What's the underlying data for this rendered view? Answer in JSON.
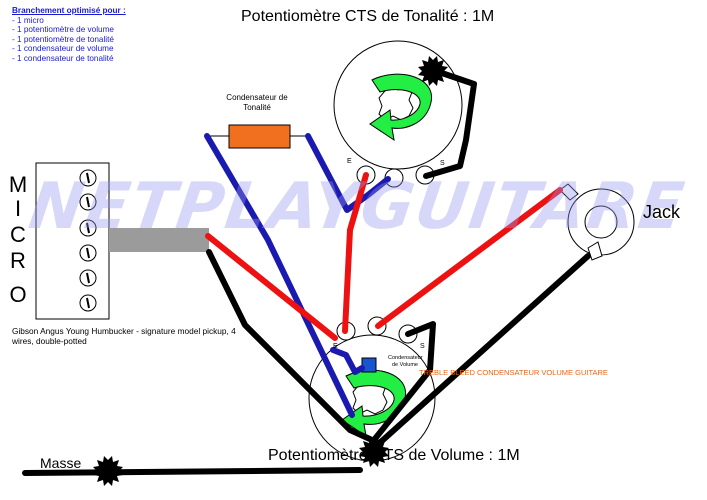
{
  "legend": {
    "title": "Branchement optimisé pour :",
    "items": [
      "- 1 micro",
      "- 1 potentiomètre de volume",
      "- 1 potentiomètre de tonalité",
      "- 1 condensateur de volume",
      "- 1 condensateur de tonalité"
    ]
  },
  "titles": {
    "tone_pot": "Potentiomètre CTS de Tonalité : 1M",
    "volume_pot": "Potentiomètre CTS de Volume : 1M"
  },
  "micro": {
    "letters": [
      "M",
      "I",
      "C",
      "R",
      "O"
    ],
    "description": "Gibson Angus Young Humbucker - signature model pickup, 4 wires, double-potted"
  },
  "tone_capacitor": {
    "label": "Condensateur de Tonalité"
  },
  "volume_capacitor": {
    "label": "Condensateur de Volume"
  },
  "treble_bleed": {
    "label": "TREBLE BLEED CONDENSATEUR VOLUME GUITARE"
  },
  "jack": {
    "label": "Jack"
  },
  "masse": {
    "label": "Masse"
  },
  "lugs": {
    "tone_e": "E",
    "tone_s": "S",
    "vol_e": "E",
    "vol_s": "S"
  },
  "watermark": {
    "text": "NETPLAYGUITARE"
  },
  "colors": {
    "hot": "#ee1111",
    "blue": "#1a1ab0",
    "ground": "#000000",
    "capacitor": "#f07020",
    "arrow": "#22ee44",
    "legend_text": "#1a1ad4",
    "treble_text": "#f06414"
  }
}
